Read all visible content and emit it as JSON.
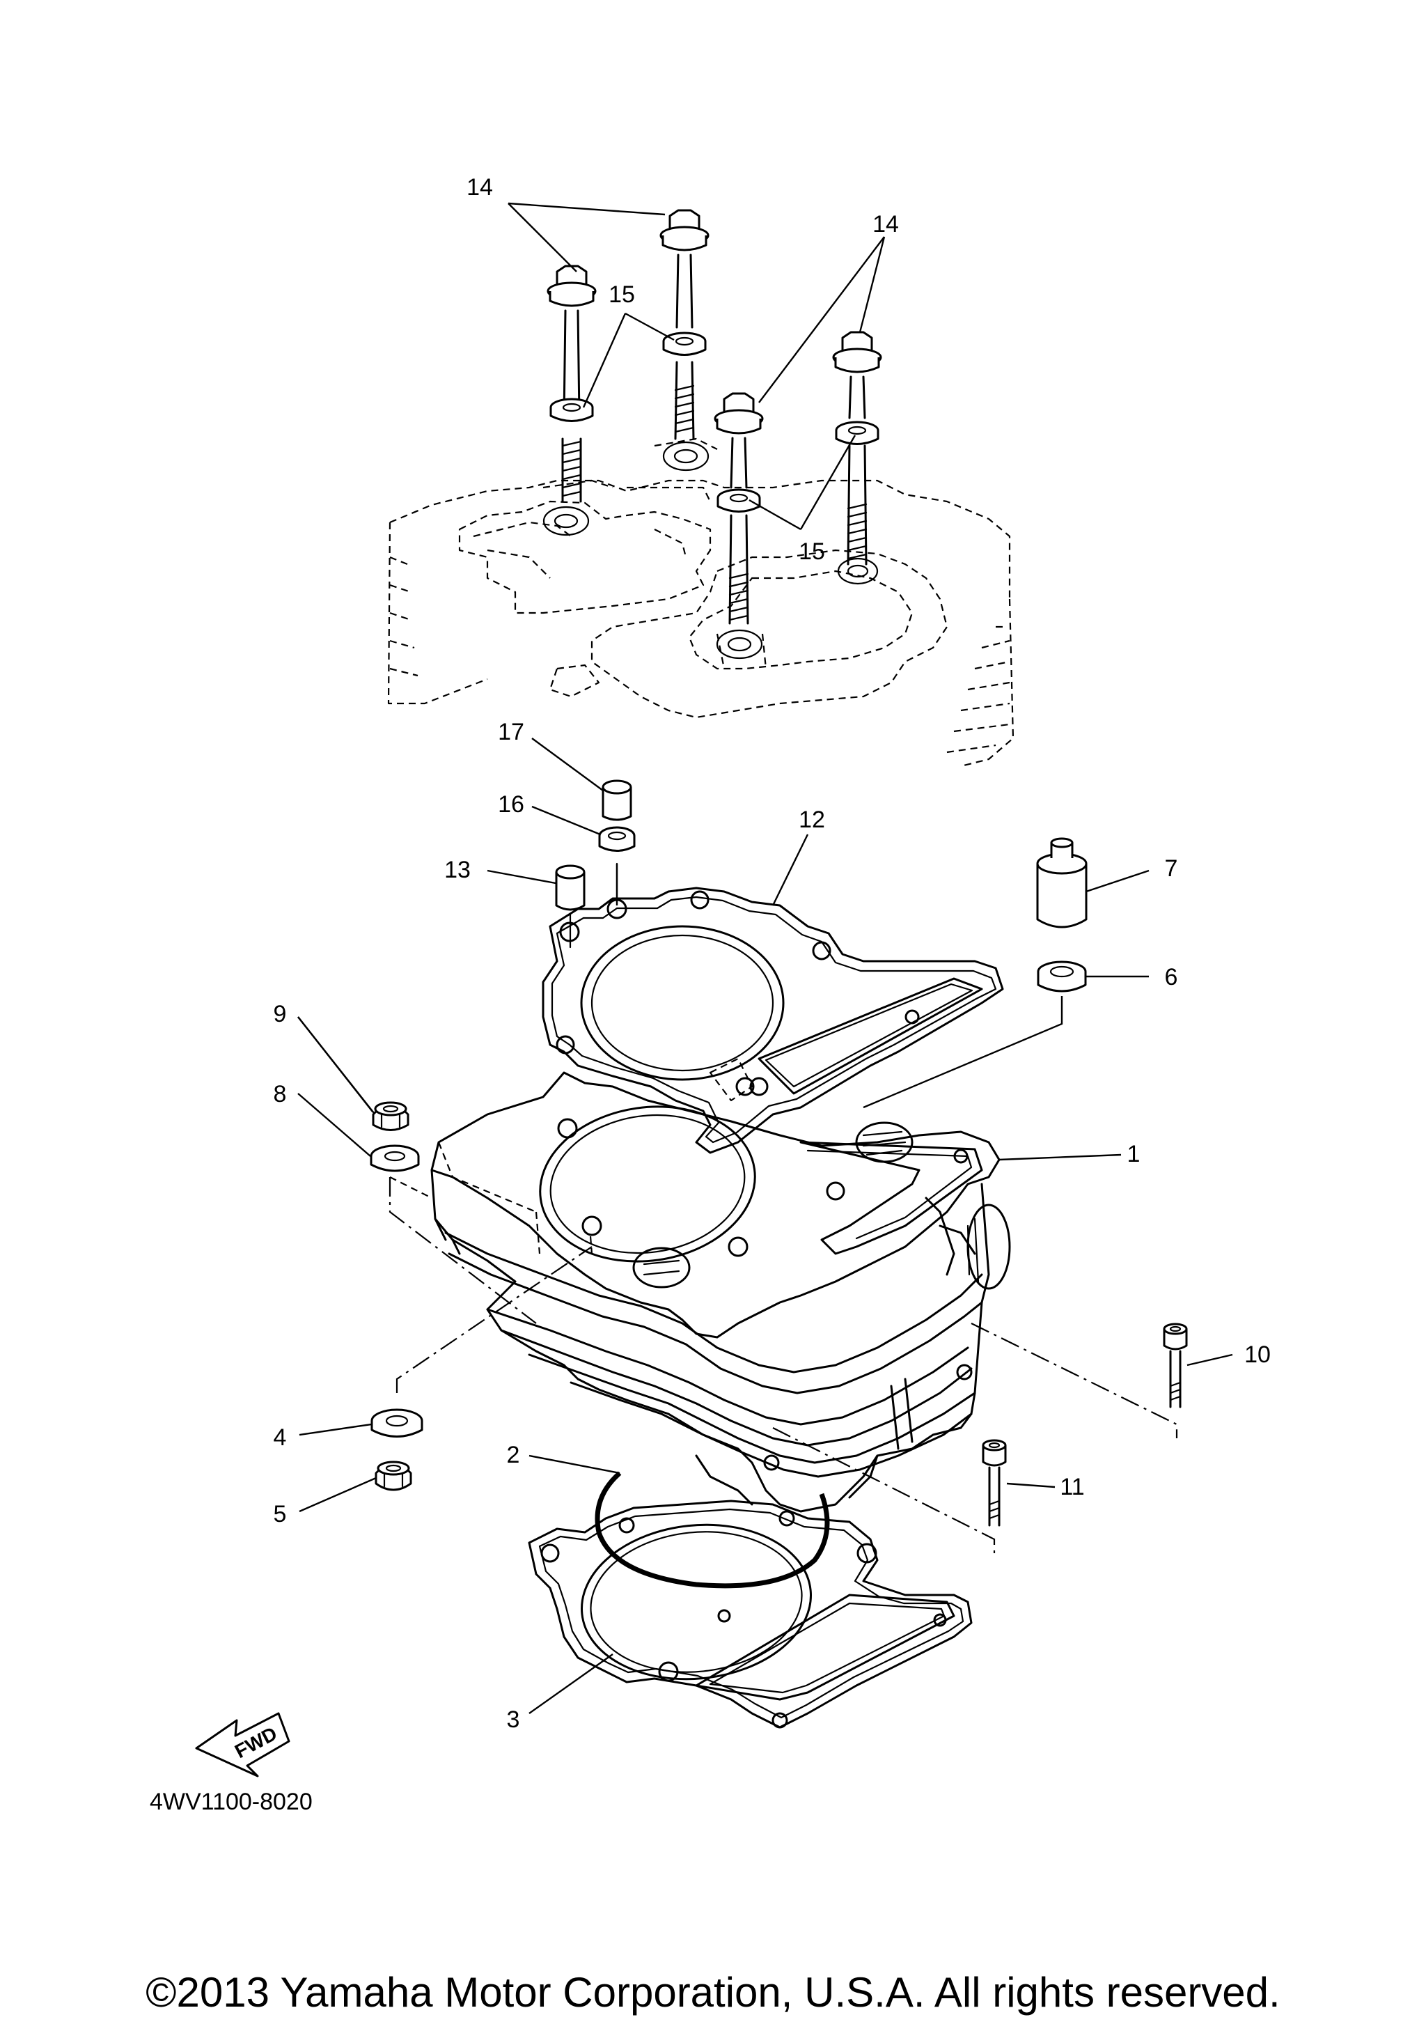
{
  "diagram": {
    "part_number": "4WV1100-8020",
    "fwd_label": "FWD",
    "callouts": [
      {
        "id": "c1",
        "label": "1"
      },
      {
        "id": "c2",
        "label": "2"
      },
      {
        "id": "c3",
        "label": "3"
      },
      {
        "id": "c4",
        "label": "4"
      },
      {
        "id": "c5",
        "label": "5"
      },
      {
        "id": "c6",
        "label": "6"
      },
      {
        "id": "c7",
        "label": "7"
      },
      {
        "id": "c8",
        "label": "8"
      },
      {
        "id": "c9",
        "label": "9"
      },
      {
        "id": "c10",
        "label": "10"
      },
      {
        "id": "c11",
        "label": "11"
      },
      {
        "id": "c12",
        "label": "12"
      },
      {
        "id": "c13",
        "label": "13"
      },
      {
        "id": "c14a",
        "label": "14"
      },
      {
        "id": "c14b",
        "label": "14"
      },
      {
        "id": "c15a",
        "label": "15"
      },
      {
        "id": "c15b",
        "label": "15"
      },
      {
        "id": "c16",
        "label": "16"
      },
      {
        "id": "c17",
        "label": "17"
      }
    ]
  },
  "footer": {
    "copyright": "©2013 Yamaha Motor Corporation, U.S.A. All rights reserved."
  }
}
